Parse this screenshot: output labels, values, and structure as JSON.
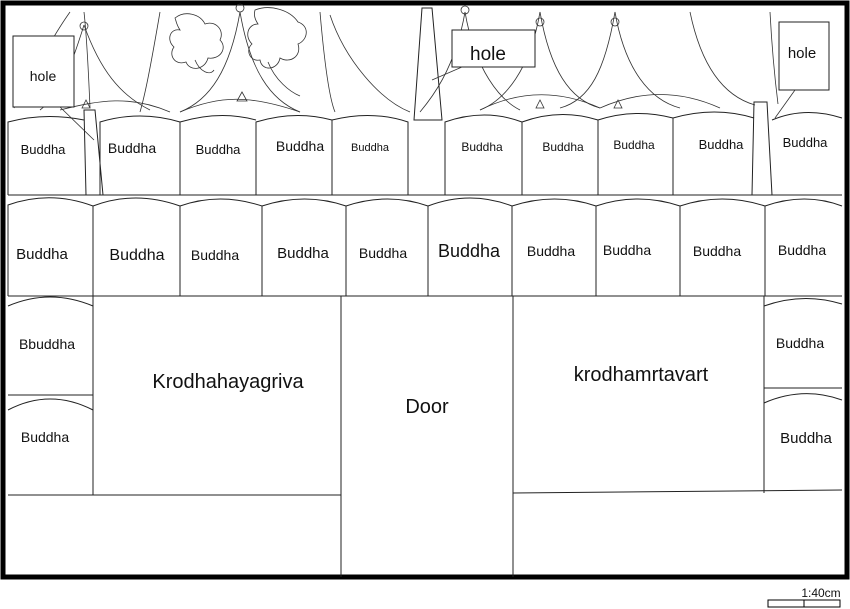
{
  "drawing": {
    "holes": [
      "hole",
      "hole",
      "hole"
    ],
    "row1": [
      "Buddha",
      "Buddha",
      "Buddha",
      "Buddha",
      "Buddha",
      "Buddha",
      "Buddha",
      "Buddha",
      "Buddha",
      "Buddha"
    ],
    "row2": [
      "Buddha",
      "Buddha",
      "Buddha",
      "Buddha",
      "Buddha",
      "Buddha",
      "Buddha",
      "Buddha",
      "Buddha",
      "Buddha"
    ],
    "left_column": [
      "Bbuddha",
      "Buddha"
    ],
    "right_column": [
      "Buddha",
      "Buddha"
    ],
    "left_panel": "Krodhahayagriva",
    "door": "Door",
    "right_panel": "krodhamrtavart"
  },
  "scale": {
    "label": "1:40cm"
  }
}
